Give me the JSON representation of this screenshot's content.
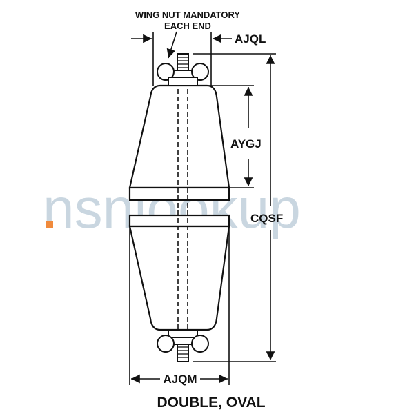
{
  "watermark": {
    "text": "nsnlookup",
    "color": "#b7c8d6",
    "dot_color": "#f08a3c"
  },
  "note": {
    "line1": "WING NUT MANDATORY",
    "line2": "EACH END"
  },
  "dimensions": {
    "top_width": "AJQL",
    "upper_cone_height": "AYGJ",
    "overall_height": "CQSF",
    "bottom_width": "AJQM"
  },
  "caption": "DOUBLE, OVAL",
  "colors": {
    "line": "#111111",
    "background": "#ffffff"
  }
}
